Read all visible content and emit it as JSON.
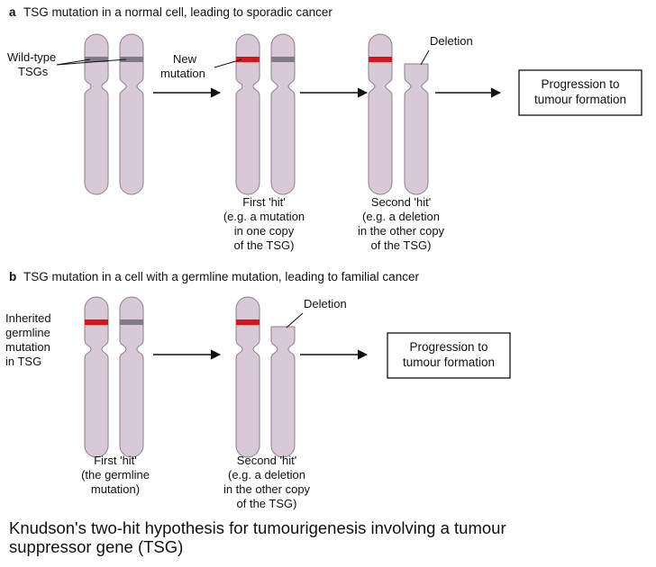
{
  "colors": {
    "chromosome_fill": "#d8c9d6",
    "chromosome_stroke": "#8a7f8a",
    "mutation_band": "#d8141c",
    "wildtype_band": "#7f7a86"
  },
  "panel_a": {
    "letter": "a",
    "title": "TSG mutation in a normal cell, leading to sporadic cancer",
    "wildtype_label": [
      "Wild-type",
      "TSGs"
    ],
    "new_mutation_label": [
      "New",
      "mutation"
    ],
    "deletion_label": "Deletion",
    "first_hit": [
      "First 'hit'",
      "(e.g. a mutation",
      "in one copy",
      "of the TSG)"
    ],
    "second_hit": [
      "Second 'hit'",
      "(e.g. a deletion",
      "in the other copy",
      "of the TSG)"
    ],
    "progression": [
      "Progression to",
      "tumour formation"
    ]
  },
  "panel_b": {
    "letter": "b",
    "title": "TSG mutation in a cell with a germline mutation, leading to familial cancer",
    "inherited_label": [
      "Inherited",
      "germline",
      "mutation",
      "in TSG"
    ],
    "deletion_label": "Deletion",
    "first_hit": [
      "First 'hit'",
      "(the germline",
      "mutation)"
    ],
    "second_hit": [
      "Second 'hit'",
      "(e.g. a deletion",
      "in the other copy",
      "of the TSG)"
    ],
    "progression": [
      "Progression to",
      "tumour formation"
    ]
  },
  "caption": [
    "Knudson's two-hit hypothesis for tumourigenesis involving a tumour",
    "suppressor gene (TSG)"
  ]
}
